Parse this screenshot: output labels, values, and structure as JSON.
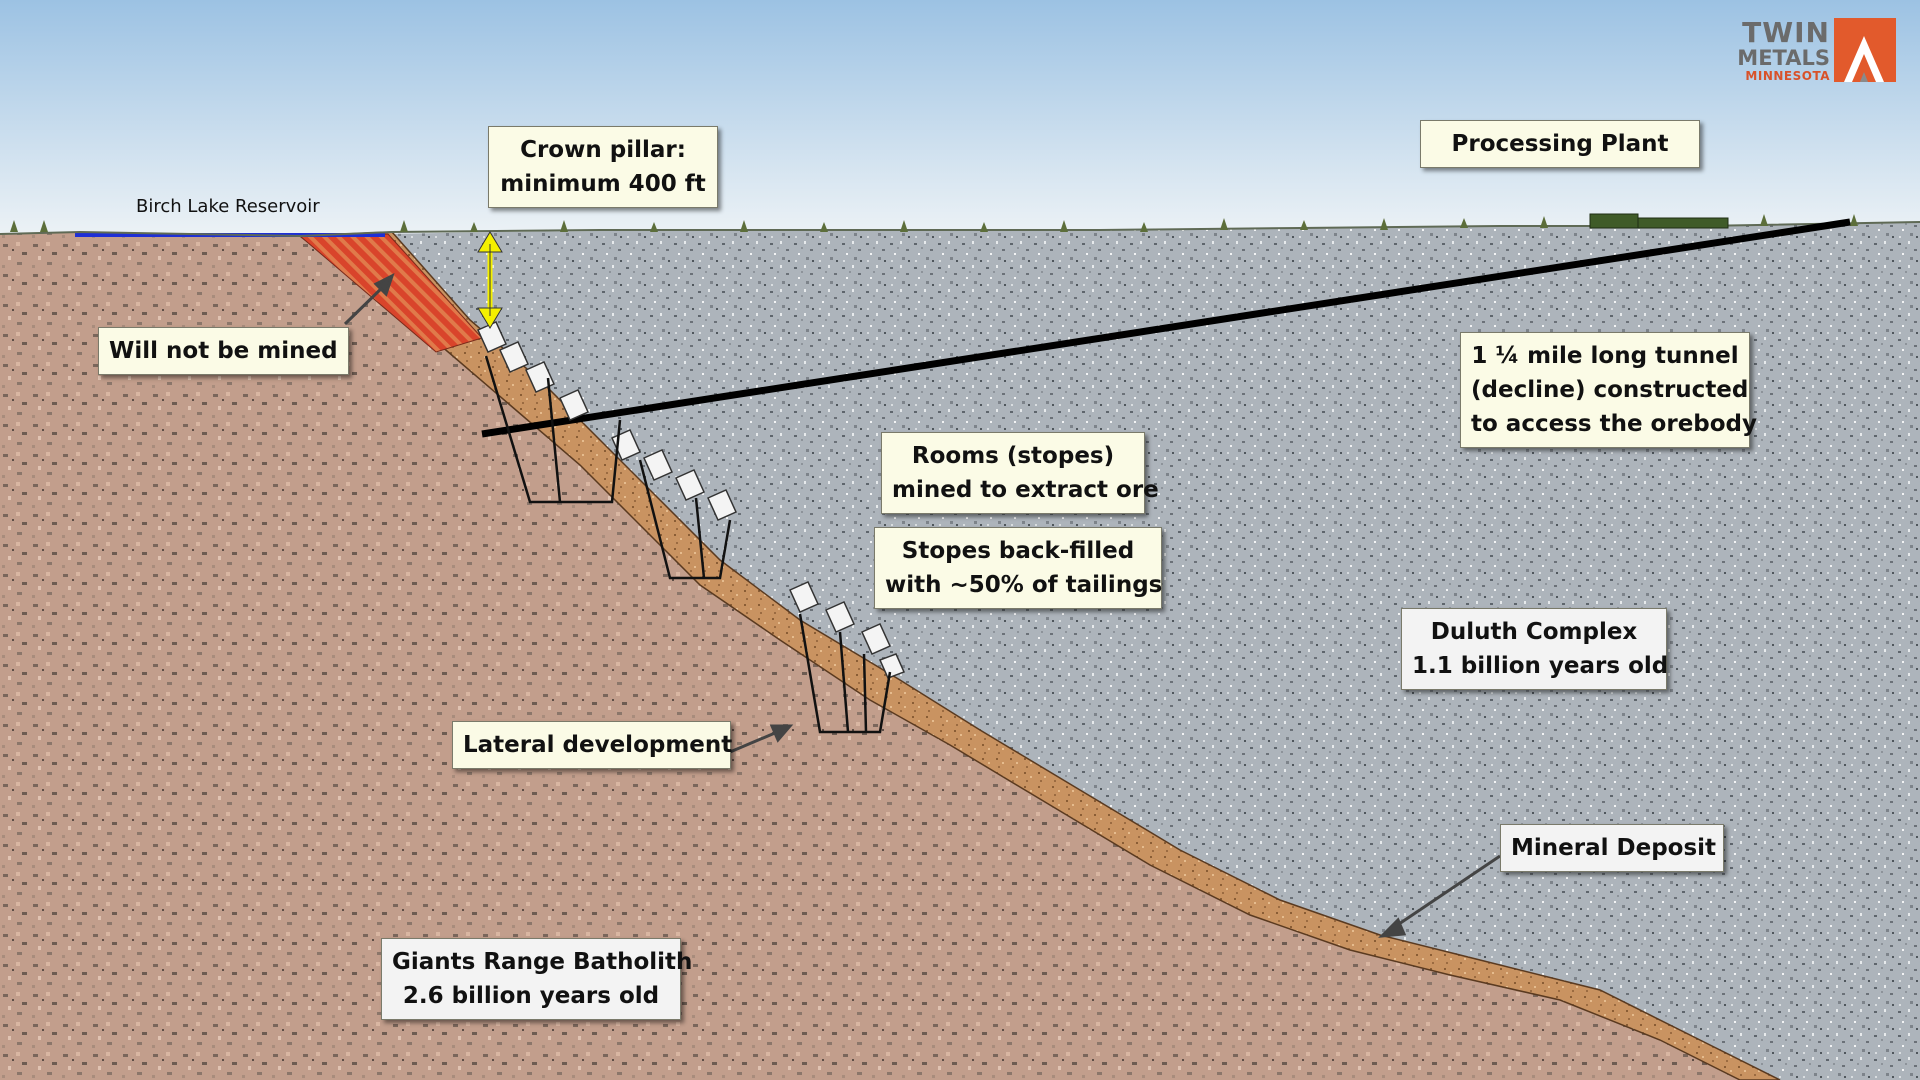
{
  "labels": {
    "birch_lake": "Birch Lake Reservoir",
    "will_not_be_mined": "Will not be mined",
    "crown_pillar": [
      "Crown pillar:",
      "minimum 400 ft"
    ],
    "processing_plant": "Processing Plant",
    "tunnel": [
      "1 ¼ mile long tunnel",
      "(decline) constructed",
      "to access the orebody"
    ],
    "rooms": [
      "Rooms (stopes)",
      "mined to extract ore"
    ],
    "stopes_backfilled": [
      "Stopes back-filled",
      "with ~50% of tailings"
    ],
    "duluth_complex": [
      "Duluth Complex",
      "1.1 billion years old"
    ],
    "lateral_development": "Lateral development",
    "mineral_deposit": "Mineral Deposit",
    "giants_range": [
      "Giants Range Batholith",
      "2.6 billion years old"
    ]
  },
  "logo": {
    "line1": "TWIN",
    "line2": "METALS",
    "line3": "MINNESOTA"
  },
  "icons": {
    "crown_pillar_arrow": "double-headed-arrow-icon",
    "logo_mark": "twin-metals-logo-mark",
    "pointer_arrow": "callout-arrow-icon"
  },
  "colors": {
    "sky_top": "#9fc4e4",
    "sky_bottom": "#eef4f8",
    "duluth_rock": "#aab2b9",
    "batholith_rock": "#c2a090",
    "ore_band": "#c9935e",
    "no_mine_zone": "#d9442b",
    "lake": "#1e2fd6",
    "crown_arrow": "#f4f000",
    "plant": "#3f5b28",
    "tunnel": "#000000",
    "callout_bg": "#fbfbe6"
  }
}
